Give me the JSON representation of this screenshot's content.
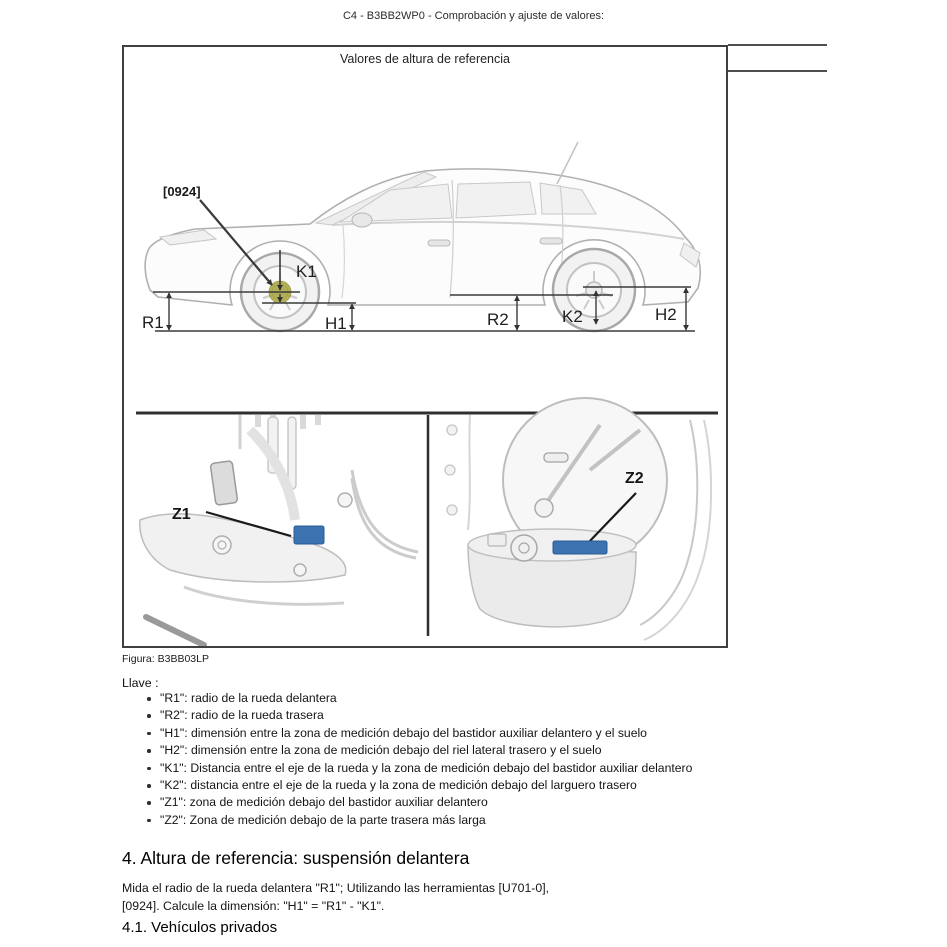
{
  "page": {
    "header": "C4 - B3BB2WP0 - Comprobación y ajuste de valores:"
  },
  "figure": {
    "title": "Valores de altura de referencia",
    "caption": "Figura: B3BB03LP",
    "labels": {
      "tool_ref": "[0924]",
      "k1": "K1",
      "r1": "R1",
      "h1": "H1",
      "r2": "R2",
      "k2": "K2",
      "h2": "H2",
      "z1": "Z1",
      "z2": "Z2"
    },
    "colors": {
      "highlight_blue": "#3b72b0",
      "highlight_blue_border": "#2c5b93",
      "hub_yellow": "#aaa43f"
    }
  },
  "key": {
    "heading": "Llave :",
    "items": [
      "\"R1\": radio de la rueda delantera",
      "\"R2\": radio de la rueda trasera",
      "\"H1\": dimensión entre la zona de medición debajo del bastidor auxiliar delantero y el suelo",
      "\"H2\": dimensión entre la zona de medición debajo del riel lateral trasero y el suelo",
      "\"K1\": Distancia entre el eje de la rueda y la zona de medición debajo del bastidor auxiliar delantero",
      "\"K2\": distancia entre el eje de la rueda y la zona de medición debajo del larguero trasero",
      "\"Z1\": zona de medición debajo del bastidor auxiliar delantero",
      "\"Z2\": Zona de medición debajo de la parte trasera más larga"
    ]
  },
  "sections": {
    "s4": {
      "heading": "4. Altura de referencia: suspensión delantera",
      "lines": [
        "Mida el radio de la rueda delantera \"R1\"; Utilizando las herramientas [U701-0],",
        "[0924]. Calcule la dimensión: \"H1\" = \"R1\" - \"K1\"."
      ]
    },
    "s41": {
      "heading": "4.1. Vehículos privados"
    }
  }
}
